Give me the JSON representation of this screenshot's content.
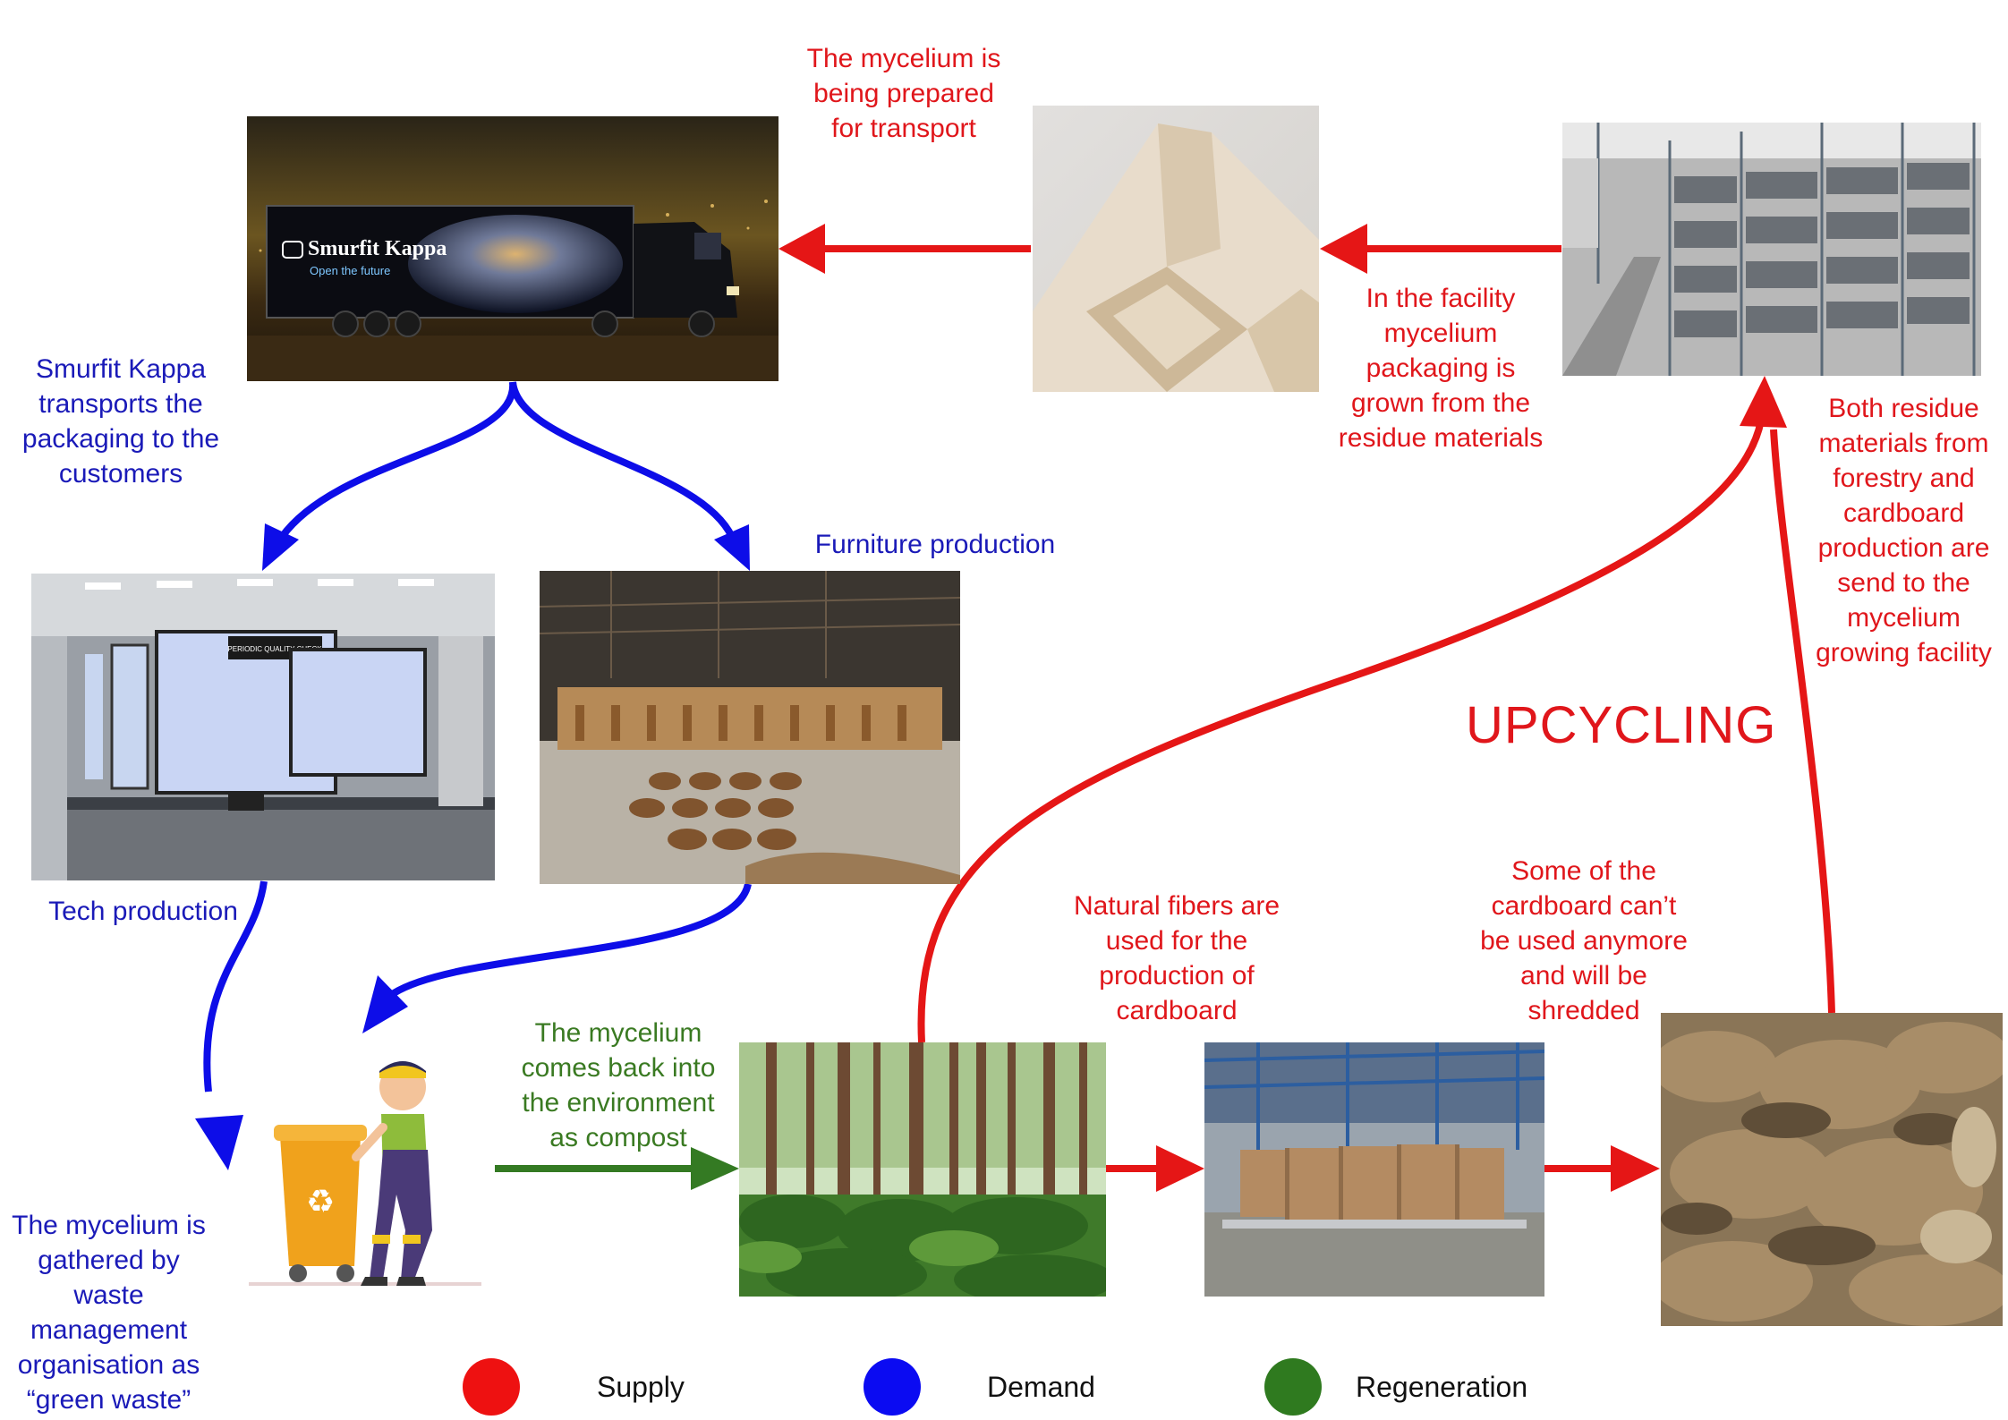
{
  "labels": {
    "prep": "The mycelium is\nbeing prepared\nfor transport",
    "facility": "In the facility\nmycelium\npackaging is\ngrown from the\nresidue materials",
    "transport": "Smurfit Kappa\ntransports the\npackaging to the\ncustomers",
    "furniture": "Furniture production",
    "tech": "Tech production",
    "residue": "Both residue\nmaterials from\nforestry and\ncardboard\nproduction are\nsend to the\nmycelium\ngrowing facility",
    "upcycling": "UPCYCLING",
    "fibers": "Natural fibers are\nused for the\nproduction of\ncardboard",
    "shredded": "Some of the\ncardboard can’t\nbe used anymore\nand will be\nshredded",
    "compost": "The mycelium\ncomes back into\nthe environment\nas compost",
    "waste": "The mycelium is\ngathered by\nwaste\nmanagement\norganisation as\n“green waste”"
  },
  "truck": {
    "brand": "Smurfit Kappa",
    "slogan": "Open the future"
  },
  "screen": {
    "sign": "PERIODIC QUALITY CHECK"
  },
  "legend": [
    {
      "label": "Supply",
      "color": "#ee1111"
    },
    {
      "label": "Demand",
      "color": "#0b0bf2"
    },
    {
      "label": "Regeneration",
      "color": "#2f7a1f"
    }
  ],
  "colors": {
    "supply": "#e51616",
    "demand": "#0d0de8",
    "regeneration": "#347a23"
  }
}
